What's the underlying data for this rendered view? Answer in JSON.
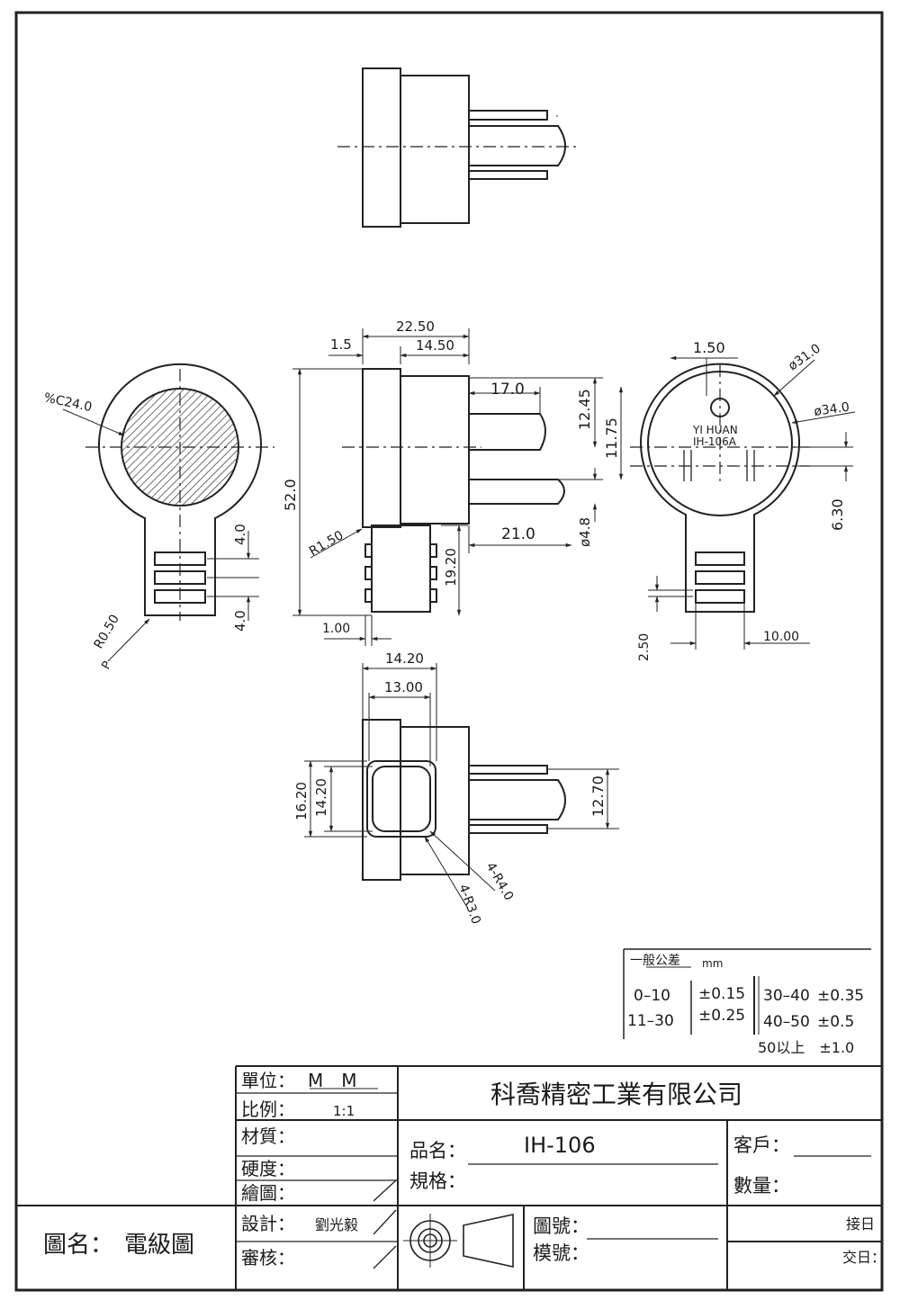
{
  "drawing": {
    "company": "科喬精密工業有限公司",
    "title_label": "圖名：",
    "title_value": "電級圖",
    "unit_label": "單位：",
    "unit_value": "M　M",
    "scale_label": "比例：",
    "scale_value": "1:1",
    "material_label": "材質：",
    "hardness_label": "硬度：",
    "drawn_label": "繪圖：",
    "design_label": "設計：",
    "designer": "劉光毅",
    "review_label": "審核：",
    "product_label": "品名：",
    "product_value": "IH-106",
    "spec_label": "規格：",
    "customer_label": "客戶：",
    "quantity_label": "數量：",
    "drawing_no_label": "圖號：",
    "mold_no_label": "模號：",
    "received_label": "接日",
    "delivered_label": "交日："
  },
  "tolerance": {
    "header": "一般公差",
    "unit": "mm",
    "rows": [
      {
        "range": "0–10",
        "tol": "±0.15",
        "range2": "30–40",
        "tol2": "±0.35"
      },
      {
        "range": "11–30",
        "tol": "±0.25",
        "range2": "40–50",
        "tol2": "±0.5"
      }
    ],
    "extra": "50以上　±1.0"
  },
  "dimensions": {
    "c24": "%C24.0",
    "r050": "R0.50",
    "p_mark": "P",
    "d4_top": "4.0",
    "d4_bottom": "4.0",
    "d2250": "22.50",
    "d15": "1.5",
    "d1450": "14.50",
    "d170": "17.0",
    "d1245": "12.45",
    "d1175": "11.75",
    "d520": "52.0",
    "r150": "R1.50",
    "d210": "21.0",
    "d48": "ø4.8",
    "d1920": "19.20",
    "d100": "1.00",
    "d150b": "1.50",
    "d310": "ø31.0",
    "d340": "ø34.0",
    "yi_huan": "YI  HUAN",
    "ih106a": "IH-106A",
    "d630": "6.30",
    "d250": "2.50",
    "d1000": "10.00",
    "d1420a": "14.20",
    "d1300": "13.00",
    "d1620": "16.20",
    "d1420b": "14.20",
    "d1270": "12.70",
    "r40": "4-R4.0",
    "r30": "4-R3.0"
  }
}
